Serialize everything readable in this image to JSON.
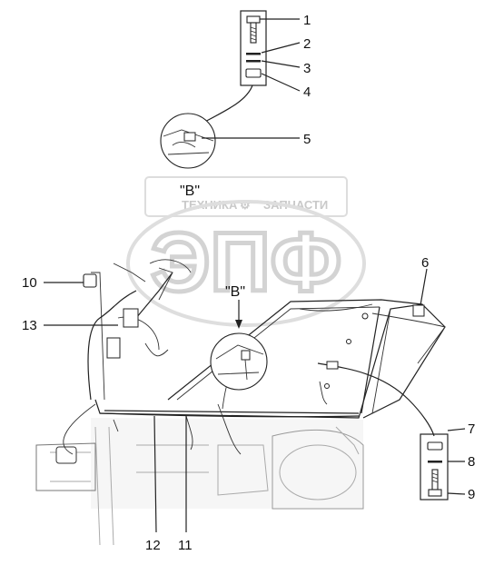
{
  "view_labels": {
    "top": "\"B\"",
    "inset": "\"B\""
  },
  "watermark": {
    "small_left": "ТЕХНИКА",
    "small_right": "ЗАПЧАСТИ",
    "logo": "ЭПФ",
    "gear": "⚙"
  },
  "callouts": [
    "1",
    "2",
    "3",
    "4",
    "5",
    "6",
    "7",
    "8",
    "9",
    "10",
    "11",
    "12",
    "13"
  ],
  "colors": {
    "line": "#222222",
    "machine": "#bdbdbd",
    "watermark": "#d3d3d3"
  }
}
